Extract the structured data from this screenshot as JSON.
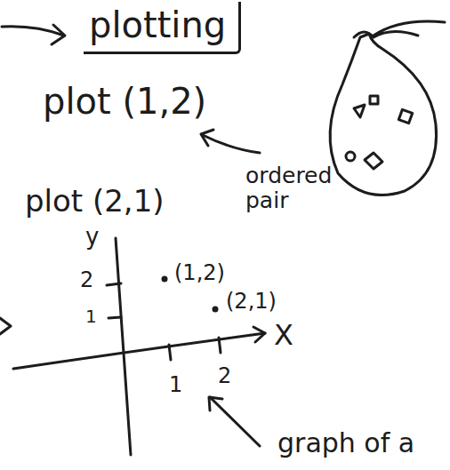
{
  "diagram": {
    "nodes": [
      {
        "text": [
          "plotting"
        ]
      }
    ],
    "labels": [
      "plot (1,2)",
      "ordered pair",
      "plot (2,1)",
      "y",
      "2",
      "(1,2)",
      "1",
      "(2,1)",
      "X",
      "1",
      "2",
      "graph of a"
    ]
  }
}
